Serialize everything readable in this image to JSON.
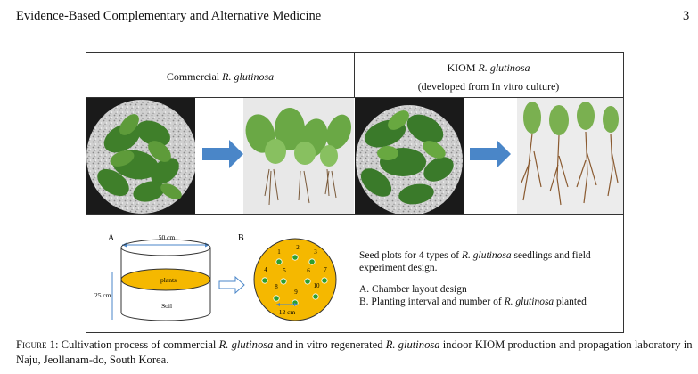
{
  "header": {
    "journal_title": "Evidence-Based Complementary and Alternative Medicine",
    "page_number": "3"
  },
  "figure": {
    "left_header_prefix": "Commercial ",
    "left_header_italic": "R. glutinosa",
    "right_header_line1_prefix": "KIOM ",
    "right_header_line1_italic": "R. glutinosa",
    "right_header_line2": "(developed from In vitro culture)",
    "diagram_a": {
      "label": "A",
      "diameter": "50 cm",
      "height": "25 cm",
      "plants": "plants",
      "soil": "Soil"
    },
    "diagram_b": {
      "label": "B",
      "spots": [
        "1",
        "2",
        "3",
        "4",
        "5",
        "6",
        "7",
        "8",
        "9",
        "10"
      ],
      "interval": "12 cm"
    },
    "description": {
      "line1_prefix": "Seed plots for 4 types of ",
      "line1_italic": "R. glutinosa",
      "line1_suffix": " seedlings and field",
      "line2": "experiment design.",
      "item_a": "A. Chamber layout design",
      "item_b_prefix": "B. Planting interval and number of ",
      "item_b_italic": "R. glutinosa",
      "item_b_suffix": " planted"
    }
  },
  "caption": {
    "label": "Figure 1:",
    "text_1": " Cultivation process of commercial ",
    "italic_1": "R. glutinosa",
    "text_2": " and in vitro regenerated ",
    "italic_2": "R. glutinosa",
    "text_3": " indoor KIOM production and propagation laboratory in Naju, Jeollanam-do, South Korea."
  },
  "colors": {
    "arrow_blue": "#4a86c8",
    "plants_fill": "#f5b800",
    "circle_fill": "#f5b800",
    "spot_fill": "#2e9e2e"
  }
}
